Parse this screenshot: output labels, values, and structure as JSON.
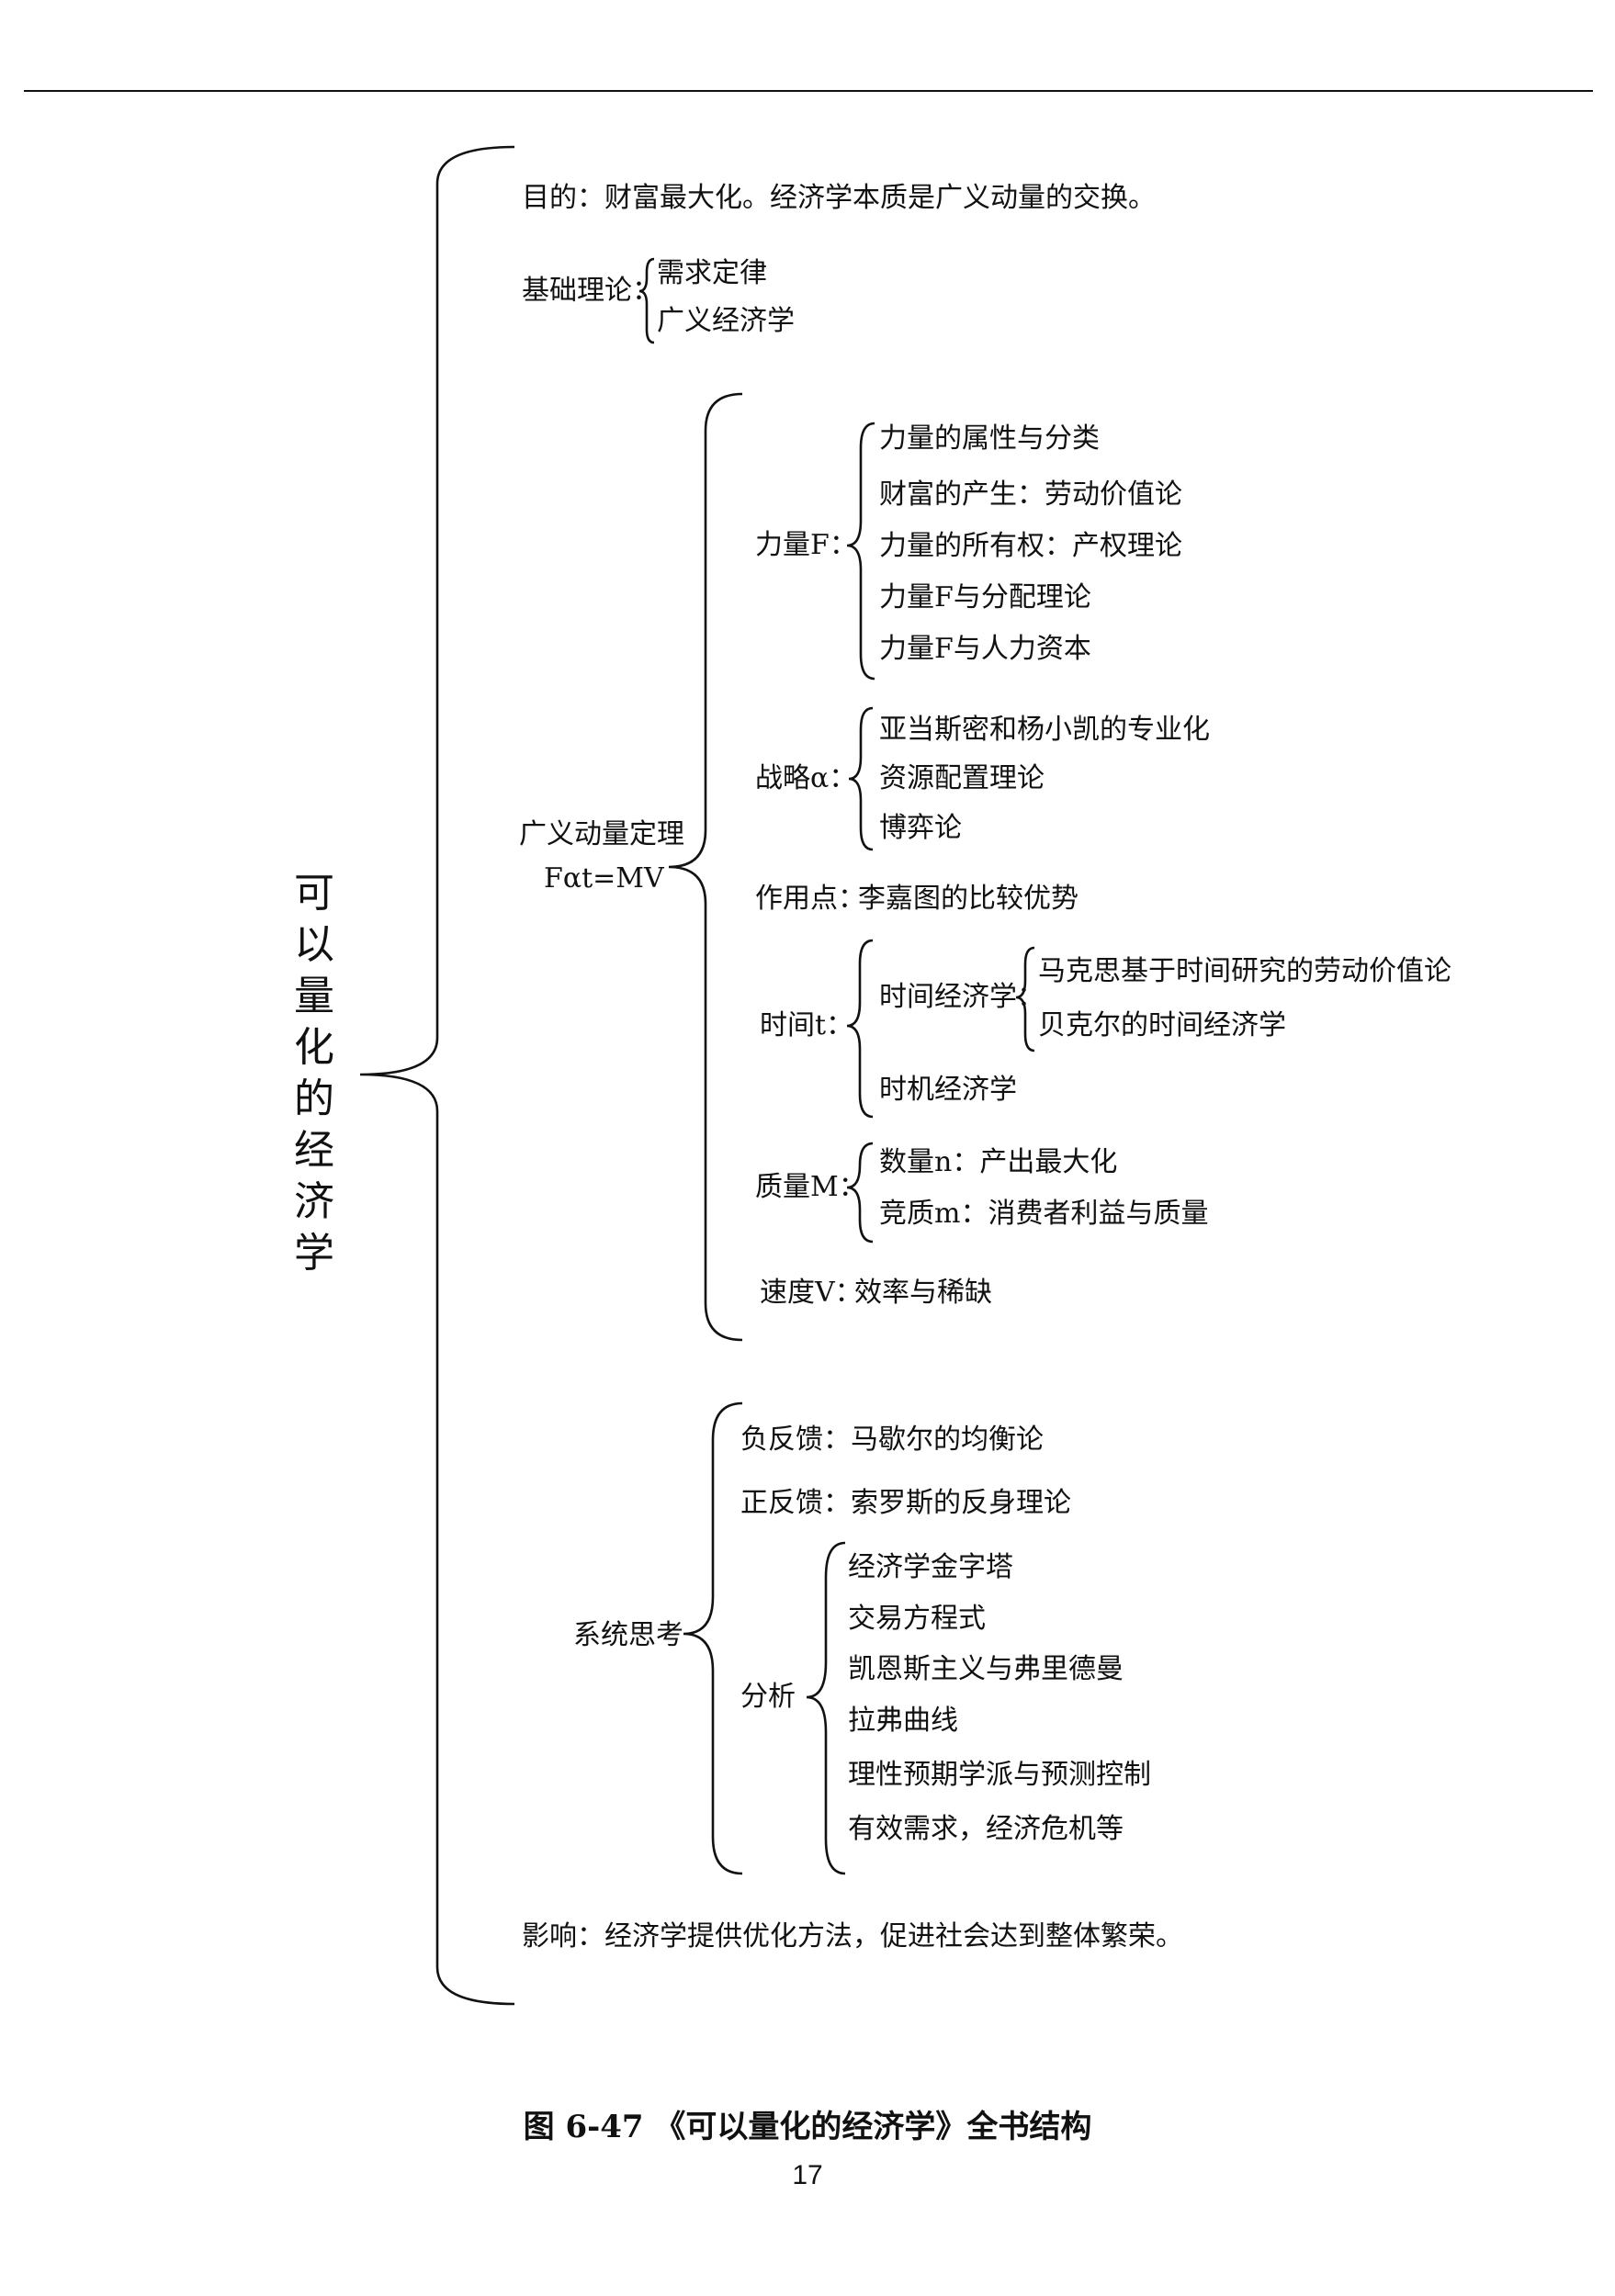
{
  "root": "可以量化的经济学",
  "purpose": "目的：财富最大化。经济学本质是广义动量的交换。",
  "foundation": {
    "label": "基础理论：",
    "items": [
      "需求定律",
      "广义经济学"
    ]
  },
  "momentum": {
    "label": "广义动量定理",
    "formula": "Fαt=MV",
    "force": {
      "label": "力量F：",
      "items": [
        "力量的属性与分类",
        "财富的产生：劳动价值论",
        "力量的所有权：产权理论",
        "力量F与分配理论",
        "力量F与人力资本"
      ]
    },
    "strategy": {
      "label": "战略α：",
      "items": [
        "亚当斯密和杨小凯的专业化",
        "资源配置理论",
        "博弈论"
      ]
    },
    "point": {
      "label": "作用点：",
      "value": "李嘉图的比较优势"
    },
    "time": {
      "label": "时间t：",
      "time_econ": {
        "label": "时间经济学：",
        "items": [
          "马克思基于时间研究的劳动价值论",
          "贝克尔的时间经济学"
        ]
      },
      "timing": "时机经济学"
    },
    "mass": {
      "label": "质量M：",
      "items": [
        "数量n：产出最大化",
        "竞质m：消费者利益与质量"
      ]
    },
    "velocity": {
      "label": "速度V：",
      "value": "效率与稀缺"
    }
  },
  "systems": {
    "label": "系统思考",
    "negative": "负反馈：马歇尔的均衡论",
    "positive": "正反馈：索罗斯的反身理论",
    "analysis": {
      "label": "分析",
      "items": [
        "经济学金字塔",
        "交易方程式",
        "凯恩斯主义与弗里德曼",
        "拉弗曲线",
        "理性预期学派与预测控制",
        "有效需求，经济危机等"
      ]
    }
  },
  "impact": "影响：经济学提供优化方法，促进社会达到整体繁荣。",
  "caption": "图 6-47 《可以量化的经济学》全书结构",
  "page_number": "17"
}
